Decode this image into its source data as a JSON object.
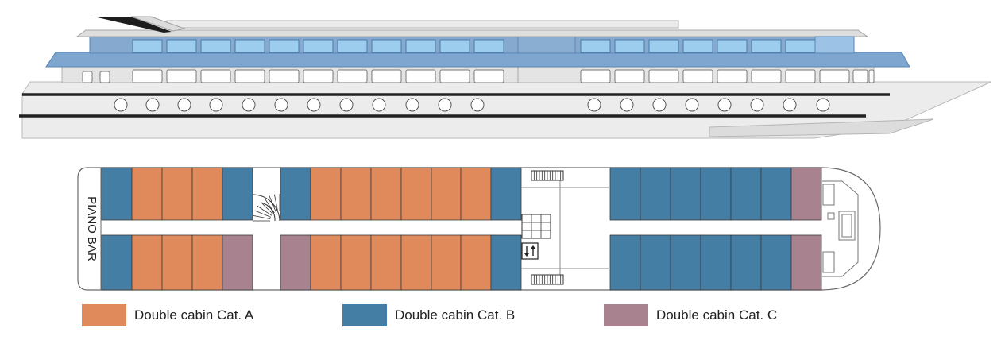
{
  "colors": {
    "cat_a": "#e08a5b",
    "cat_b": "#447ea4",
    "cat_c": "#a8838f",
    "window_blue": "#9dcdee",
    "deck_blue": "#7fa6cf",
    "hull_grey": "#ececec"
  },
  "deck_plan": {
    "piano_bar_label": "PIANO BAR",
    "top_row": [
      "B",
      "A",
      "A",
      "A",
      "B",
      "stairs",
      "B",
      "A",
      "A",
      "A",
      "A",
      "A",
      "A",
      "B",
      "service",
      "B",
      "B",
      "B",
      "B",
      "B",
      "B",
      "C",
      "bow"
    ],
    "bottom_row": [
      "B",
      "A",
      "A",
      "A",
      "C",
      "corridor",
      "C",
      "A",
      "A",
      "A",
      "A",
      "A",
      "A",
      "B",
      "service",
      "B",
      "B",
      "B",
      "B",
      "B",
      "B",
      "C",
      "bow"
    ]
  },
  "legend": [
    {
      "label": "Double cabin Cat. A",
      "color": "#e08a5b"
    },
    {
      "label": "Double cabin Cat. B",
      "color": "#447ea4"
    },
    {
      "label": "Double cabin Cat. C",
      "color": "#a8838f"
    }
  ]
}
